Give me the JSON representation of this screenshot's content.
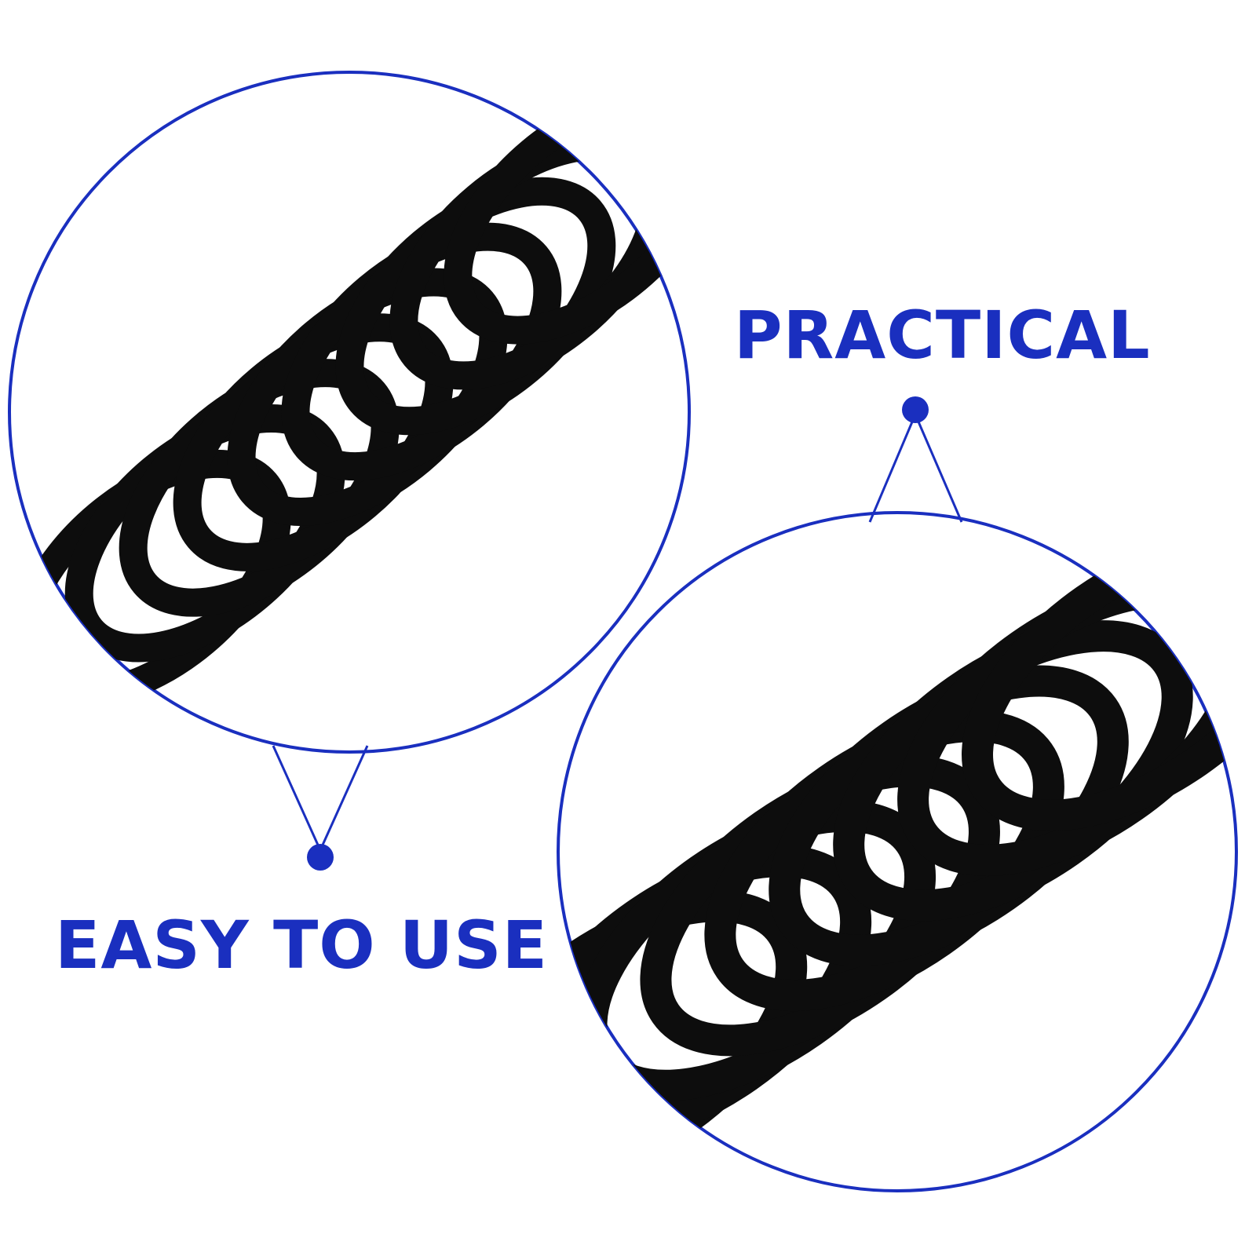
{
  "labels": {
    "practical": "PRACTICAL",
    "easy_to_use": "EASY TO USE"
  },
  "colors": {
    "accent": "#1a2fbf",
    "spring": "#0d0d0d",
    "background": "#ffffff"
  },
  "icons": {
    "top_left_callout": "spring-closeup",
    "bottom_right_callout": "spring-closeup"
  }
}
